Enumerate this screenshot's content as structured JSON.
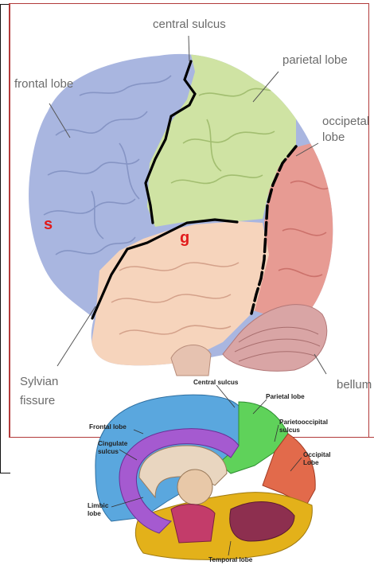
{
  "lateral_view": {
    "labels": {
      "central_sulcus": "central sulcus",
      "parietal_lobe": "parietal lobe",
      "frontal_lobe": "frontal lobe",
      "occipetal_line1": "occipetal",
      "occipetal_line2": "lobe",
      "sylvian_line1": "Sylvian",
      "sylvian_line2": "fissure",
      "cerebellum_partial": "bellum"
    },
    "marks": {
      "s": "s",
      "g": "g"
    },
    "colors": {
      "frontal": "#a9b6e0",
      "parietal": "#cfe3a3",
      "occipital": "#e79b93",
      "temporal": "#f6d4bc",
      "cerebellum": "#d9a5a5",
      "marker_text": "#e11b1b",
      "frame": "#b23a3a"
    }
  },
  "medial_view": {
    "labels": {
      "central_sulcus": "Central sulcus",
      "parietal_lobe": "Parietal lobe",
      "parieto_line1": "Parietooccipital",
      "parieto_line2": "sulcus",
      "frontal_lobe": "Frontal lobe",
      "cingulate_line1": "Cingulate",
      "cingulate_line2": "sulcus",
      "occipital_line1": "Occipital",
      "occipital_line2": "Lobe",
      "limbic_line1": "Limbic",
      "limbic_line2": "lobe",
      "temporal_lobe": "Temporal lobe"
    },
    "colors": {
      "frontal": "#5aa7de",
      "parietal": "#5fd25a",
      "occipital": "#e26a4b",
      "temporal": "#e3b11a",
      "limbic": "#a55ad0",
      "brainstem": "#c33c6a"
    }
  }
}
